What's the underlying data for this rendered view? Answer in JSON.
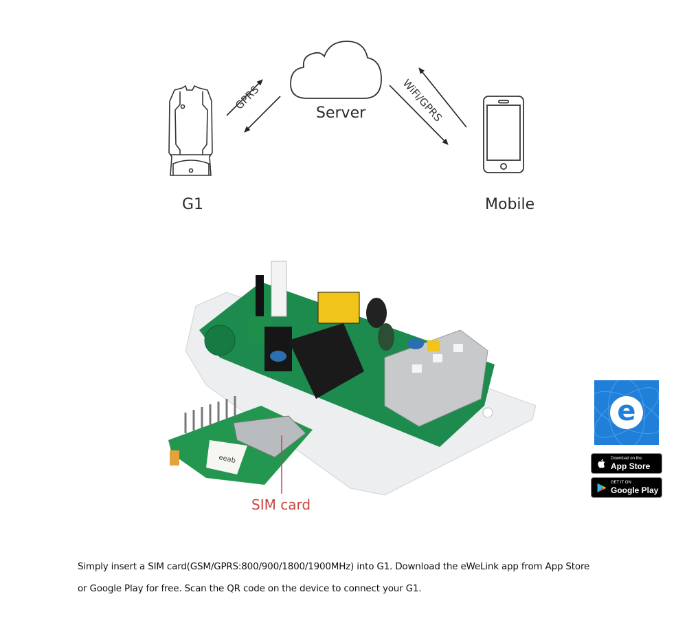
{
  "diagram": {
    "device_label": "G1",
    "server_label": "Server",
    "mobile_label": "Mobile",
    "link_left_label": "GPRS",
    "link_right_label": "WiFi/GPRS"
  },
  "product_photo": {
    "sim_label": "SIM card",
    "sim_sticker_text": "eeab"
  },
  "app_badges": {
    "app_icon_letter": "e",
    "app_store_small": "Download on the",
    "app_store_big": "App Store",
    "google_play_small": "GET IT ON",
    "google_play_big": "Google Play",
    "brand_blue": "#1f7fd9"
  },
  "caption": {
    "line1": "Simply insert a SIM card(GSM/GPRS:800/900/1800/1900MHz) into G1. Download the eWeLink app from App Store",
    "line2": "or Google Play for free. Scan the QR code on the device to connect your G1."
  }
}
